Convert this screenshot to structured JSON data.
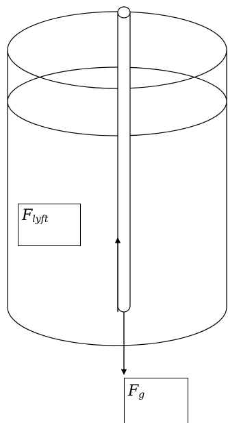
{
  "labels": {
    "lift_force": {
      "symbol": "F",
      "subscript": "lyft"
    },
    "gravity_force": {
      "symbol": "F",
      "subscript": "g"
    }
  },
  "colors": {
    "line": "#000000",
    "background": "#ffffff"
  }
}
